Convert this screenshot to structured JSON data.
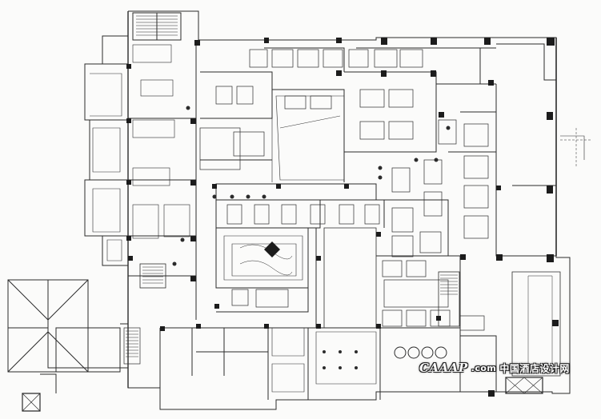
{
  "drawing": {
    "kind": "architectural floor plan",
    "line_color": "#2b2b2b",
    "fill_color": "#1c1c1c",
    "paper_color": "#fbfbfa"
  },
  "watermark": {
    "logo_text": "CAAAP",
    "suffix_text": ".com",
    "cn_text": "中国酒店设计网",
    "color": "#ffffff"
  }
}
